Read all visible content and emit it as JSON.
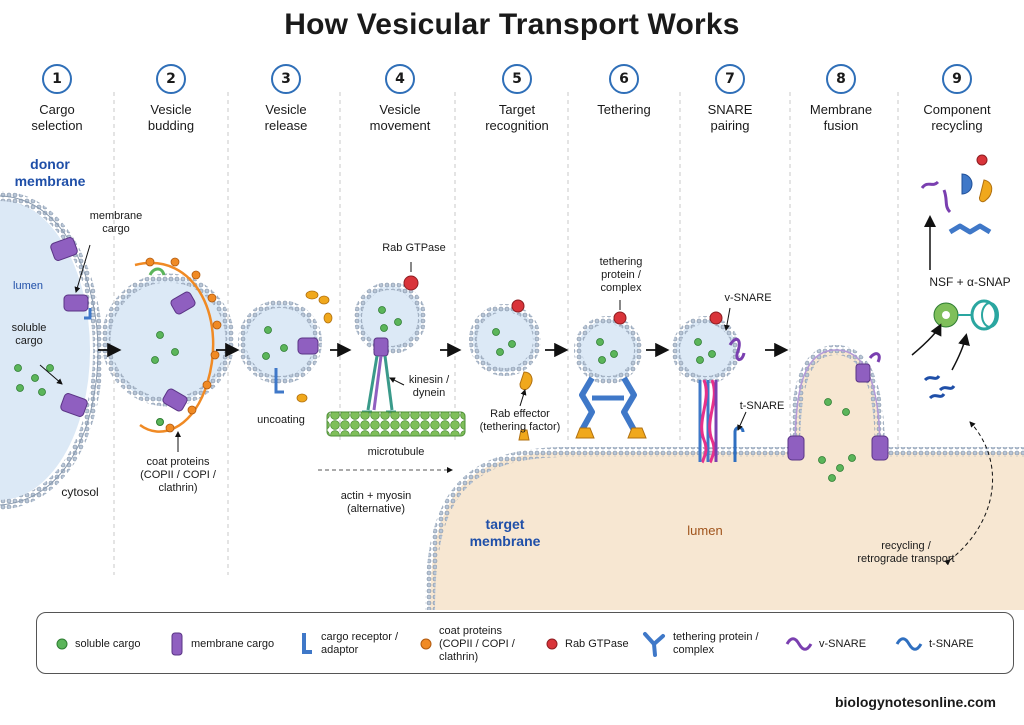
{
  "title": "How Vesicular Transport Works",
  "steps": [
    {
      "num": "1",
      "label": "Cargo\nselection"
    },
    {
      "num": "2",
      "label": "Vesicle\nbudding"
    },
    {
      "num": "3",
      "label": "Vesicle\nrelease"
    },
    {
      "num": "4",
      "label": "Vesicle\nmovement"
    },
    {
      "num": "5",
      "label": "Target\nrecognition"
    },
    {
      "num": "6",
      "label": "Tethering"
    },
    {
      "num": "7",
      "label": "SNARE\npairing"
    },
    {
      "num": "8",
      "label": "Membrane\nfusion"
    },
    {
      "num": "9",
      "label": "Component\nrecycling"
    }
  ],
  "labels": {
    "donor_membrane": "donor\nmembrane",
    "lumen_left": "lumen",
    "soluble_cargo": "soluble\ncargo",
    "membrane_cargo": "membrane\ncargo",
    "cytosol": "cytosol",
    "coat_proteins": "coat proteins\n(COPII / COPI /\nclathrin)",
    "uncoating": "uncoating",
    "rab_gtpase": "Rab GTPase",
    "kinesin_dynein": "kinesin /\ndynein",
    "microtubule": "microtubule",
    "actin_myosin": "actin + myosin\n(alternative)",
    "rab_effector": "Rab effector\n(tethering factor)",
    "tethering_complex": "tethering\nprotein /\ncomplex",
    "v_snare": "v-SNARE",
    "t_snare": "t-SNARE",
    "target_membrane": "target\nmembrane",
    "lumen_right": "lumen",
    "nsf_snap": "NSF + α-SNAP",
    "recycling": "recycling /\nretrograde transport"
  },
  "legend": [
    {
      "icon": "soluble-cargo-icon",
      "label": "soluble cargo"
    },
    {
      "icon": "membrane-cargo-icon",
      "label": "membrane cargo"
    },
    {
      "icon": "cargo-receptor-icon",
      "label": "cargo receptor /\nadaptor"
    },
    {
      "icon": "coat-protein-icon",
      "label": "coat proteins\n(COPII / COPI /\nclathrin)"
    },
    {
      "icon": "rab-gtpase-icon",
      "label": "Rab GTPase"
    },
    {
      "icon": "tethering-protein-icon",
      "label": "tethering protein /\ncomplex"
    },
    {
      "icon": "v-snare-icon",
      "label": "v-SNARE"
    },
    {
      "icon": "t-snare-icon",
      "label": "t-SNARE"
    }
  ],
  "footer": "biologynotesonline.com",
  "colors": {
    "step_circle": "#2f6fb8",
    "membrane": "#8a9bb0",
    "lumen": "#dce9f6",
    "cargo": "#5bb55a",
    "membrane_protein": "#8f5fc0",
    "coat": "#f08a24",
    "rab": "#d9343a",
    "tether": "#3f78c8",
    "v_snare": "#7a3fb0",
    "t_snare": "#2f6fc0",
    "target_lumen": "#f7e7d2",
    "microtubule": "#6aa84f",
    "effector": "#f0a81c",
    "accent_label": "#1f4fa8"
  }
}
